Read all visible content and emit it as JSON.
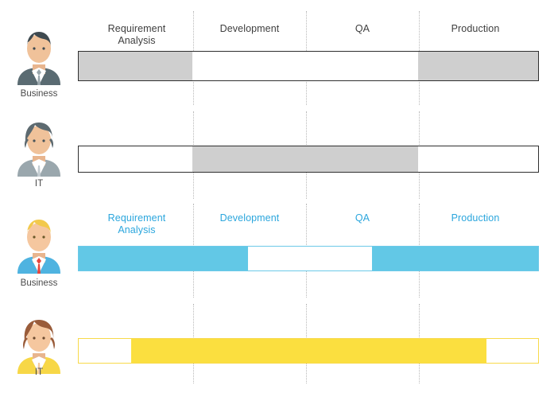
{
  "phases": {
    "top_labels": [
      {
        "line1": "Requirement",
        "line2": "Analysis"
      },
      {
        "line1": "Development",
        "line2": ""
      },
      {
        "line1": "QA",
        "line2": ""
      },
      {
        "line1": "Production",
        "line2": ""
      }
    ],
    "mid_labels": [
      {
        "line1": "Requirement",
        "line2": "Analysis"
      },
      {
        "line1": "Development",
        "line2": ""
      },
      {
        "line1": "QA",
        "line2": ""
      },
      {
        "line1": "Production",
        "line2": ""
      }
    ]
  },
  "rows": [
    {
      "role": "Business",
      "avatar": "businessman-grey-avatar",
      "bar_style": "grey"
    },
    {
      "role": "IT",
      "avatar": "businesswoman-grey-avatar",
      "bar_style": "grey"
    },
    {
      "role": "Business",
      "avatar": "businessman-blue-avatar",
      "bar_style": "blue"
    },
    {
      "role": "IT",
      "avatar": "businesswoman-yellow-avatar",
      "bar_style": "yellow"
    }
  ],
  "colors": {
    "grey_fill": "#cfcfcf",
    "grey_stroke": "#2f2f2f",
    "blue_fill": "#62c8e6",
    "blue_stroke": "#6cc9e8",
    "blue_text": "#2ba6dd",
    "yellow_fill": "#fbdf3f",
    "yellow_stroke": "#f8d94a",
    "divider": "#b9b9b9",
    "caption_text": "#4a4a4a",
    "label_text": "#3e3e3e"
  }
}
